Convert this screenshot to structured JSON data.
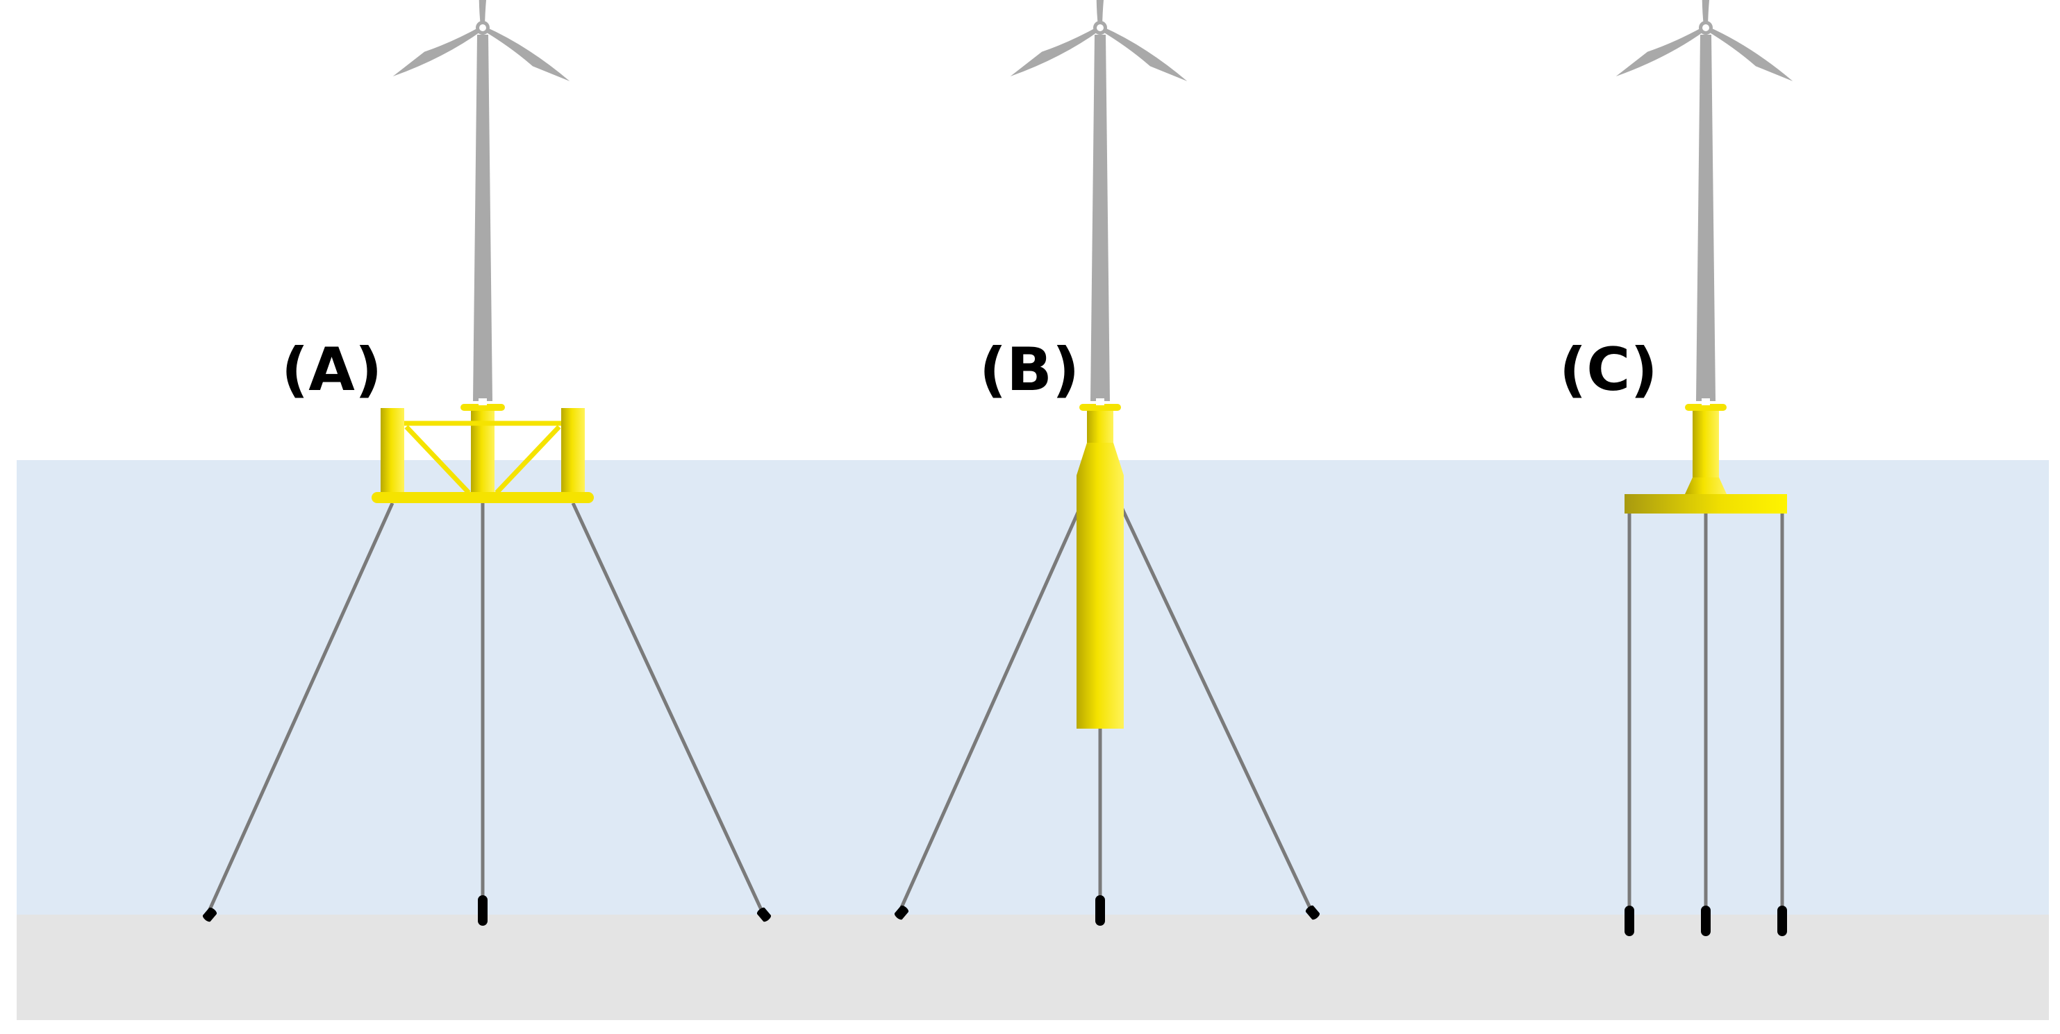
{
  "labels": {
    "a": "(A)",
    "b": "(B)",
    "c": "(C)"
  },
  "colors": {
    "sky": "#ffffff",
    "water": "#dee9f5",
    "seabed": "#e4e4e4",
    "turbine": "#a9a9a9",
    "platform": "#f5e300",
    "platform_shade": "#b8a800",
    "line": "#7a7a7a",
    "anchor": "#000000"
  },
  "icons": {
    "turbine": "wind-turbine-icon",
    "anchor": "anchor-icon"
  }
}
